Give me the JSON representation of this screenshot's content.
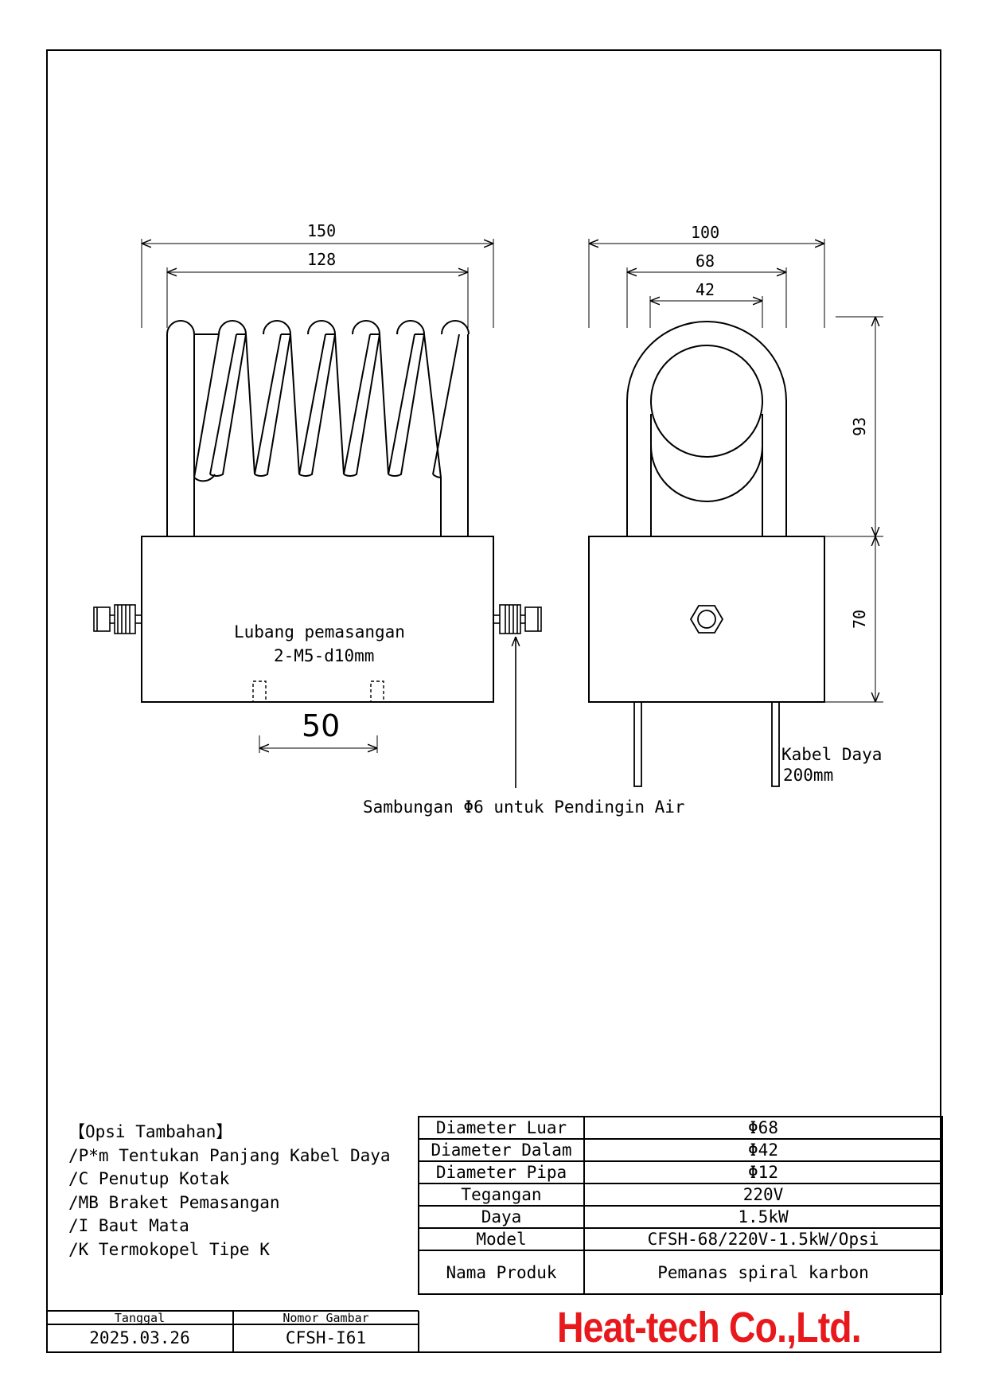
{
  "front_view": {
    "dim_overall": "150",
    "dim_coil": "128",
    "mount_label": "Lubang pemasangan",
    "mount_spec": "2-M5-d10mm",
    "mount_pitch": "50"
  },
  "side_view": {
    "dim_outer": "100",
    "dim_od": "68",
    "dim_id": "42",
    "dim_height_coil": "93",
    "dim_height_box": "70",
    "cable_label": "Kabel Daya",
    "cable_length": "200mm"
  },
  "water_connection_label": "Sambungan Φ6 untuk Pendingin Air",
  "options": {
    "title": "【Opsi Tambahan】",
    "items": [
      "/P*m Tentukan Panjang Kabel Daya",
      "/C Penutup Kotak",
      "/MB Braket Pemasangan",
      "/I Baut Mata",
      "/K Termokopel Tipe K"
    ]
  },
  "spec_table": [
    {
      "key": "Diameter Luar",
      "value": "Φ68"
    },
    {
      "key": "Diameter Dalam",
      "value": "Φ42"
    },
    {
      "key": "Diameter Pipa",
      "value": "Φ12"
    },
    {
      "key": "Tegangan",
      "value": "220V"
    },
    {
      "key": "Daya",
      "value": "1.5kW"
    },
    {
      "key": "Model",
      "value": "CFSH-68/220V-1.5kW/Opsi"
    },
    {
      "key": "Nama Produk",
      "value": "Pemanas spiral karbon"
    }
  ],
  "title_block": {
    "date_header": "Tanggal",
    "date_value": "2025.03.26",
    "drawing_no_header": "Nomor Gambar",
    "drawing_no_value": "CFSH-I61",
    "company": "Heat-tech Co.,Ltd."
  }
}
